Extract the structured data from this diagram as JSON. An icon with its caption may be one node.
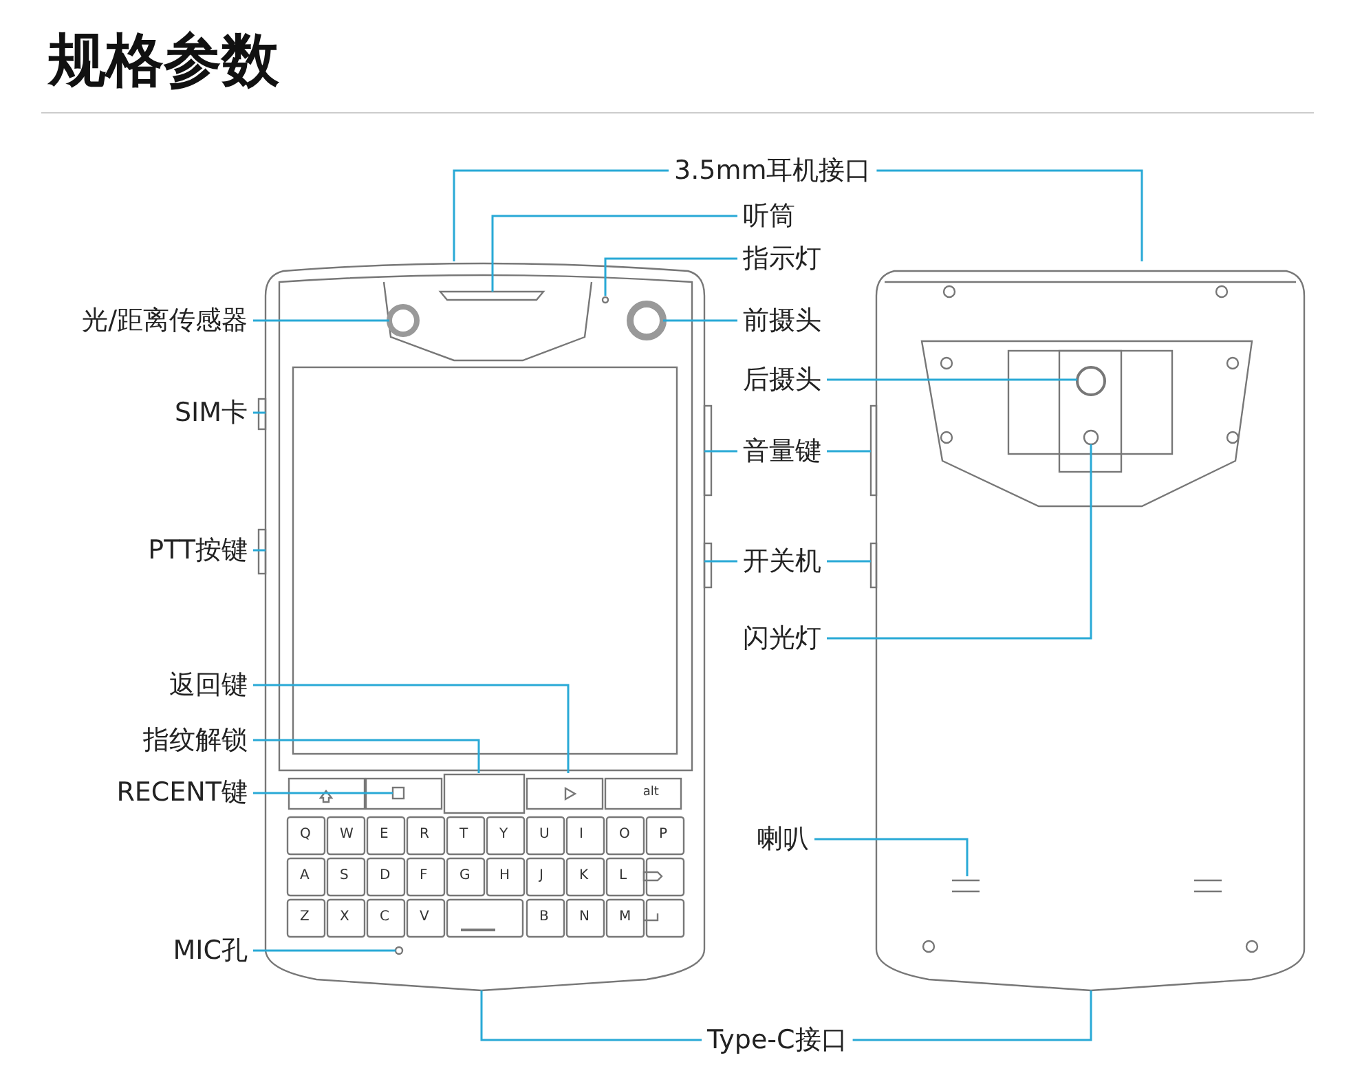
{
  "diagram": {
    "title": "规格参数",
    "nodes": [
      {
        "text": [
          "3.5mm耳机接口"
        ]
      },
      {
        "text": [
          "听筒"
        ]
      },
      {
        "text": [
          "指示灯"
        ]
      },
      {
        "text": [
          "光/距离传感器"
        ]
      },
      {
        "text": [
          "前摄头"
        ]
      },
      {
        "text": [
          "后摄头"
        ]
      },
      {
        "text": [
          "SIM卡"
        ]
      },
      {
        "text": [
          "音量键"
        ]
      },
      {
        "text": [
          "PTT按键"
        ]
      },
      {
        "text": [
          "开关机"
        ]
      },
      {
        "text": [
          "闪光灯"
        ]
      },
      {
        "text": [
          "返回键"
        ]
      },
      {
        "text": [
          "指纹解锁"
        ]
      },
      {
        "text": [
          "RECENT键"
        ]
      },
      {
        "text": [
          "喇叭"
        ]
      },
      {
        "text": [
          "MIC孔"
        ]
      },
      {
        "text": [
          "Type-C接口"
        ]
      },
      {
        "text": [],
        "shape": "box"
      },
      {
        "text": [],
        "shape": "circle"
      }
    ],
    "edges": [
      {
        "from": 0,
        "to": null,
        "arrow": "none"
      },
      {
        "from": 0,
        "to": null,
        "arrow": "none"
      },
      {
        "from": 1,
        "to": null,
        "arrow": "none"
      },
      {
        "from": 2,
        "to": null,
        "arrow": "none"
      },
      {
        "from": 3,
        "to": null,
        "arrow": "none"
      },
      {
        "from": 4,
        "to": null,
        "arrow": "none"
      },
      {
        "from": 5,
        "to": null,
        "arrow": "none"
      },
      {
        "from": 6,
        "to": null,
        "arrow": "none"
      },
      {
        "from": 7,
        "to": null,
        "arrow": "none"
      },
      {
        "from": 7,
        "to": null,
        "arrow": "none"
      },
      {
        "from": 8,
        "to": null,
        "arrow": "none"
      },
      {
        "from": 9,
        "to": null,
        "arrow": "none"
      },
      {
        "from": 9,
        "to": null,
        "arrow": "none"
      },
      {
        "from": 10,
        "to": null,
        "arrow": "none"
      },
      {
        "from": 11,
        "to": null,
        "arrow": "none"
      },
      {
        "from": 12,
        "to": null,
        "arrow": "none"
      },
      {
        "from": 13,
        "to": 17,
        "arrow": "none"
      },
      {
        "from": 14,
        "to": null,
        "arrow": "none"
      },
      {
        "from": 15,
        "to": 18,
        "arrow": "none"
      },
      {
        "from": 16,
        "to": null,
        "arrow": "none"
      },
      {
        "from": 16,
        "to": null,
        "arrow": "none"
      }
    ],
    "labels": [
      "alt",
      "Q",
      "W",
      "E",
      "R",
      "T",
      "Y",
      "U",
      "I",
      "O",
      "P",
      "A",
      "S",
      "D",
      "F",
      "G",
      "H",
      "J",
      "K",
      "L",
      "Z",
      "X",
      "C",
      "V",
      "B",
      "N",
      "M"
    ]
  }
}
